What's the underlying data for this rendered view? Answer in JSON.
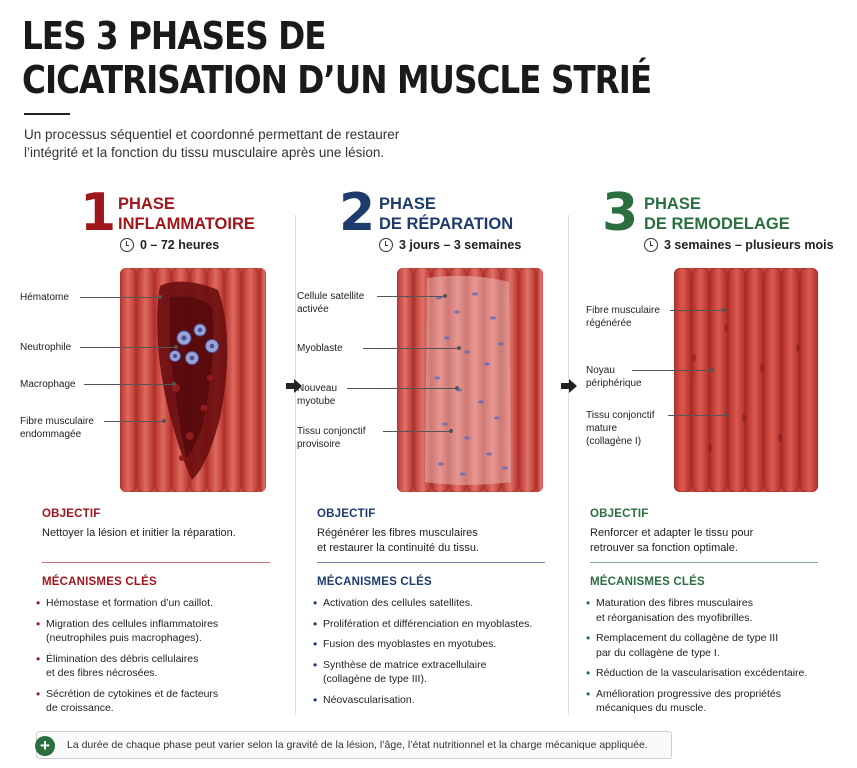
{
  "title": {
    "line1": "LES 3 PHASES DE",
    "line2": "CICATRISATION D’UN MUSCLE STRIÉ"
  },
  "subtitle": {
    "line1": "Un processus séquentiel et coordonné permettant de restaurer",
    "line2": "l’intégrité et la fonction du tissu musculaire après une lésion."
  },
  "colors": {
    "phase1": "#a0161b",
    "phase2": "#1d3b6b",
    "phase3": "#2b6e40",
    "muscle": "#c9463f"
  },
  "phases": [
    {
      "number": "1",
      "title_line1": "Phase",
      "title_line2": "inflammatoire",
      "duration": "0 – 72 heures",
      "labels": [
        {
          "line1": "Hématome",
          "line2": ""
        },
        {
          "line1": "Neutrophile",
          "line2": ""
        },
        {
          "line1": "Macrophage",
          "line2": ""
        },
        {
          "line1": "Fibre musculaire",
          "line2": "endommagée"
        }
      ],
      "objective_label": "Objectif",
      "objective_line1": "Nettoyer la lésion et initier la réparation.",
      "objective_line2": "",
      "mechanisms_label": "Mécanismes clés",
      "mechanisms": [
        {
          "line1": "Hémostase et formation d’un caillot.",
          "line2": ""
        },
        {
          "line1": "Migration des cellules inflammatoires",
          "line2": "(neutrophiles puis macrophages)."
        },
        {
          "line1": "Élimination des débris cellulaires",
          "line2": "et des fibres nécrosées."
        },
        {
          "line1": "Sécrétion de cytokines et de facteurs",
          "line2": "de croissance."
        }
      ]
    },
    {
      "number": "2",
      "title_line1": "Phase",
      "title_line2": "de réparation",
      "duration": "3 jours – 3 semaines",
      "labels": [
        {
          "line1": "Cellule satellite",
          "line2": "activée"
        },
        {
          "line1": "Myoblaste",
          "line2": ""
        },
        {
          "line1": "Nouveau",
          "line2": "myotube"
        },
        {
          "line1": "Tissu conjonctif",
          "line2": "provisoire"
        }
      ],
      "objective_label": "Objectif",
      "objective_line1": "Régénérer les fibres musculaires",
      "objective_line2": "et restaurer la continuité du tissu.",
      "mechanisms_label": "Mécanismes clés",
      "mechanisms": [
        {
          "line1": "Activation des cellules satellites.",
          "line2": ""
        },
        {
          "line1": "Prolifération et différenciation en myoblastes.",
          "line2": ""
        },
        {
          "line1": "Fusion des myoblastes en myotubes.",
          "line2": ""
        },
        {
          "line1": "Synthèse de matrice extracellulaire",
          "line2": "(collagène de type III)."
        },
        {
          "line1": "Néovascularisation.",
          "line2": ""
        }
      ]
    },
    {
      "number": "3",
      "title_line1": "Phase",
      "title_line2": "de remodelage",
      "duration": "3 semaines – plusieurs mois",
      "labels": [
        {
          "line1": "Fibre musculaire",
          "line2": "régénérée"
        },
        {
          "line1": "Noyau",
          "line2": "périphérique"
        },
        {
          "line1": "Tissu conjonctif",
          "line2": "mature",
          "line3": "(collagène I)"
        }
      ],
      "objective_label": "Objectif",
      "objective_line1": "Renforcer et adapter le tissu pour",
      "objective_line2": "retrouver sa fonction optimale.",
      "mechanisms_label": "Mécanismes clés",
      "mechanisms": [
        {
          "line1": "Maturation des fibres musculaires",
          "line2": "et réorganisation des myofibrilles."
        },
        {
          "line1": "Remplacement du collagène de type III",
          "line2": "par du collagène de type I."
        },
        {
          "line1": "Réduction de la vascularisation excédentaire.",
          "line2": ""
        },
        {
          "line1": "Amélioration progressive des propriétés",
          "line2": "mécaniques du muscle."
        }
      ]
    }
  ],
  "footer": {
    "icon": "+",
    "text": "La durée de chaque phase peut varier selon la gravité de la lésion, l’âge, l’état nutritionnel et la charge mécanique appliquée."
  }
}
